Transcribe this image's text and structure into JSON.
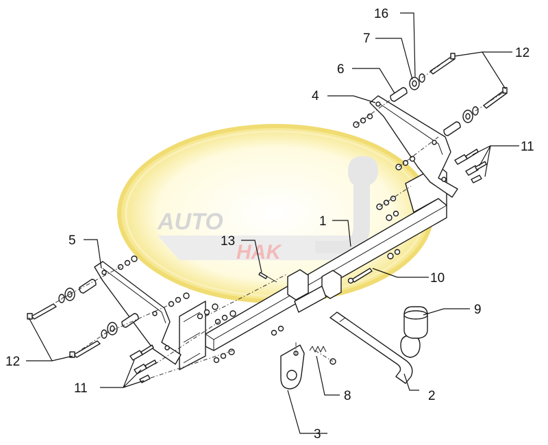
{
  "watermark": {
    "line1": "AUTO",
    "line2": "HAK",
    "colors": {
      "ellipse_outer": "#fff7c2",
      "ellipse_rim": "#f1df7a",
      "text_light": "#d4d4d4",
      "text_red": "#f4b8b8"
    }
  },
  "callouts": [
    {
      "id": "1",
      "label": "1"
    },
    {
      "id": "2",
      "label": "2"
    },
    {
      "id": "3",
      "label": "3"
    },
    {
      "id": "4",
      "label": "4"
    },
    {
      "id": "5",
      "label": "5"
    },
    {
      "id": "6",
      "label": "6"
    },
    {
      "id": "7",
      "label": "7"
    },
    {
      "id": "8",
      "label": "8"
    },
    {
      "id": "9",
      "label": "9"
    },
    {
      "id": "10",
      "label": "10"
    },
    {
      "id": "11a",
      "label": "11"
    },
    {
      "id": "11b",
      "label": "11"
    },
    {
      "id": "12a",
      "label": "12"
    },
    {
      "id": "12b",
      "label": "12"
    },
    {
      "id": "13",
      "label": "13"
    },
    {
      "id": "16",
      "label": "16"
    }
  ]
}
